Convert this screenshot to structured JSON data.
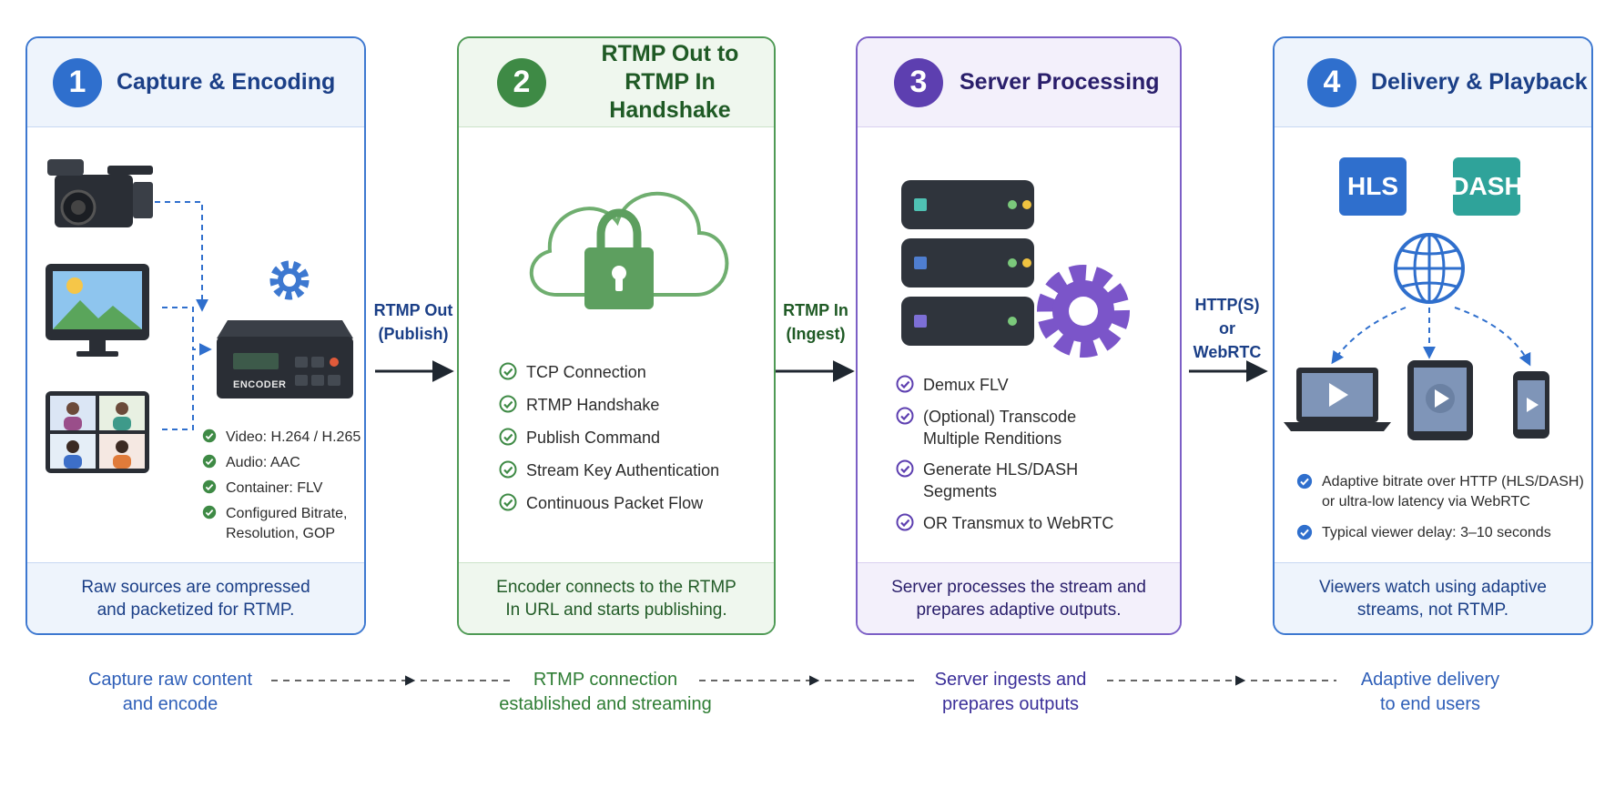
{
  "stages": [
    {
      "number": "1",
      "title": "Capture & Encoding",
      "encoder_label": "ENCODER",
      "items": [
        "Video: H.264 / H.265",
        "Audio: AAC",
        "Container: FLV",
        "Configured Bitrate,\nResolution, GOP"
      ],
      "footer": "Raw sources are compressed\nand packetized for RTMP."
    },
    {
      "number": "2",
      "title": "RTMP Out to\nRTMP In Handshake",
      "items": [
        "TCP Connection",
        "RTMP Handshake",
        "Publish Command",
        "Stream Key Authentication",
        "Continuous Packet Flow"
      ],
      "footer": "Encoder connects to the RTMP\nIn URL and starts publishing."
    },
    {
      "number": "3",
      "title": "Server Processing",
      "items": [
        "Demux FLV",
        "(Optional) Transcode\nMultiple Renditions",
        "Generate HLS/DASH\nSegments",
        "OR Transmux to WebRTC"
      ],
      "footer": "Server processes the stream and\nprepares adaptive outputs."
    },
    {
      "number": "4",
      "title": "Delivery & Playback",
      "formats": [
        "HLS",
        "DASH"
      ],
      "items": [
        "Adaptive bitrate over HTTP (HLS/DASH)\nor ultra-low latency via WebRTC",
        "Typical viewer delay: 3–10 seconds"
      ],
      "footer": "Viewers watch using adaptive\nstreams, not RTMP."
    }
  ],
  "connectors": [
    "RTMP Out\n(Publish)",
    "RTMP In\n(Ingest)",
    "HTTP(S)\nor\nWebRTC"
  ],
  "timeline": [
    "Capture raw content\nand encode",
    "RTMP connection\nestablished and streaming",
    "Server ingests and\nprepares outputs",
    "Adaptive delivery\nto end users"
  ],
  "colors": {
    "blue": "#2f6fcd",
    "green": "#3e8a45",
    "purple": "#5d3fb0",
    "teal": "#2fa39a",
    "dark": "#222831"
  }
}
